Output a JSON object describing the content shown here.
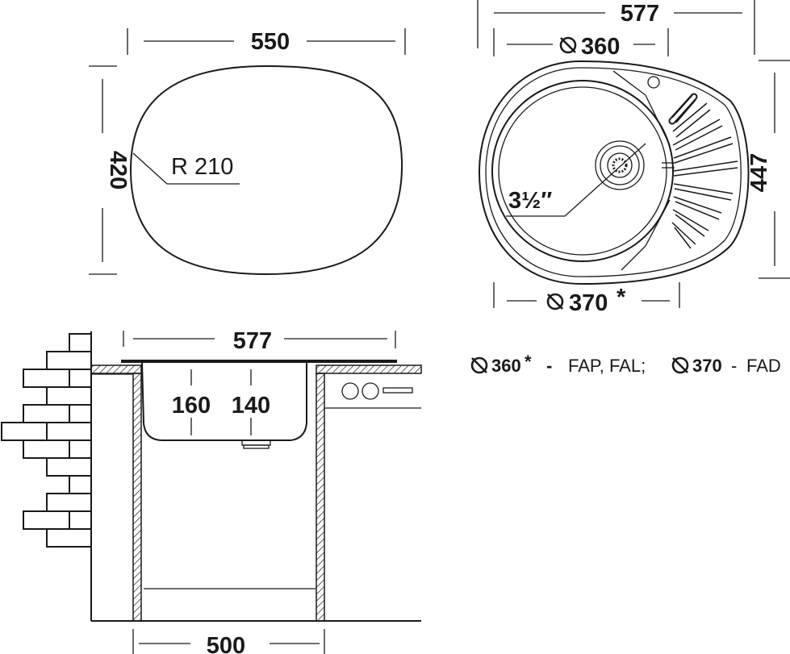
{
  "top_view_oval": {
    "width_label": "550",
    "height_label": "420",
    "radius_label": "R 210"
  },
  "top_view_sink": {
    "overall_width_label": "577",
    "bowl_diameter_label": "360",
    "outer_diameter_label": "370",
    "outer_diameter_mark": "*",
    "height_label": "447",
    "drain_label": "3½″"
  },
  "section_view": {
    "width_label": "577",
    "depth_a_label": "160",
    "depth_b_label": "140",
    "cabinet_width_label": "500"
  },
  "legend": {
    "item1_value": "360",
    "item1_mark": "*",
    "item1_sep": "-",
    "item1_models": "FAP, FAL;",
    "item2_value": "370",
    "item2_sep": "-",
    "item2_models": "FAD"
  },
  "colors": {
    "line": "#1a1a1a",
    "background": "#ffffff"
  }
}
